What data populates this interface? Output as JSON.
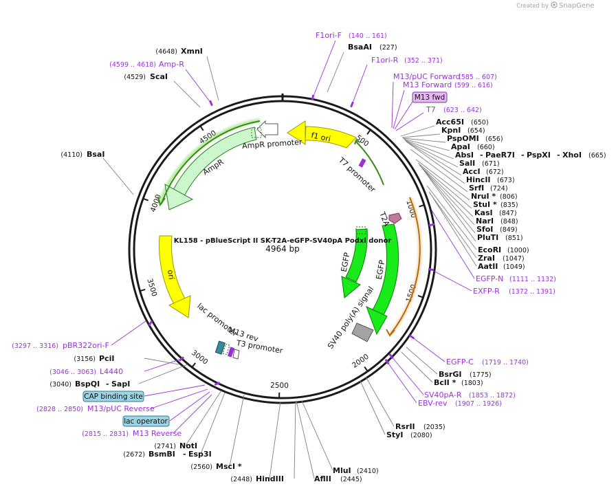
{
  "brand": {
    "prefix": "Created by",
    "name": "SnapGene"
  },
  "map": {
    "title": "KL158 - pBlueScript II SK-T2A-eGFP-SV40pA Podxl donor",
    "size_label": "4964 bp"
  },
  "ticks": [
    "500",
    "1000",
    "1500",
    "2000",
    "2500",
    "3000",
    "3500",
    "4000",
    "4500"
  ],
  "enzymes": {
    "bsaai": {
      "name": "BsaAI",
      "pos": "(227)"
    },
    "xmni": {
      "name": "XmnI",
      "pos": "(4648)"
    },
    "scai": {
      "name": "ScaI",
      "pos": "(4529)"
    },
    "bsai": {
      "name": "BsaI",
      "pos": "(4110)"
    },
    "acc65i": {
      "name": "Acc65I",
      "pos": "(650)"
    },
    "kpni": {
      "name": "KpnI",
      "pos": "(654)"
    },
    "pspomi": {
      "name": "PspOMI",
      "pos": "(656)"
    },
    "apai": {
      "name": "ApaI",
      "pos": "(660)"
    },
    "absi": {
      "name": "AbsI",
      "pos": "(665)"
    },
    "paer7i": {
      "name": "PaeR7I"
    },
    "pspxi": {
      "name": "PspXI"
    },
    "xhoi": {
      "name": "XhoI"
    },
    "sali": {
      "name": "SalI",
      "pos": "(671)"
    },
    "acci": {
      "name": "AccI",
      "pos": "(672)"
    },
    "hincii": {
      "name": "HincII",
      "pos": "(673)"
    },
    "srfi": {
      "name": "SrfI",
      "pos": "(724)"
    },
    "nrui": {
      "name": "NruI *",
      "pos": "(806)"
    },
    "stui": {
      "name": "StuI *",
      "pos": "(835)"
    },
    "kasi": {
      "name": "KasI",
      "pos": "(847)"
    },
    "nari": {
      "name": "NarI",
      "pos": "(848)"
    },
    "sfoi": {
      "name": "SfoI",
      "pos": "(849)"
    },
    "pluti": {
      "name": "PluTI",
      "pos": "(851)"
    },
    "ecori": {
      "name": "EcoRI",
      "pos": "(1000)"
    },
    "zrai": {
      "name": "ZraI",
      "pos": "(1047)"
    },
    "aatii": {
      "name": "AatII",
      "pos": "(1049)"
    },
    "bsrgi": {
      "name": "BsrGI",
      "pos": "(1775)"
    },
    "bcli": {
      "name": "BclI *",
      "pos": "(1803)"
    },
    "rsrii": {
      "name": "RsrII",
      "pos": "(2035)"
    },
    "styi": {
      "name": "StyI",
      "pos": "(2080)"
    },
    "mlui": {
      "name": "MluI",
      "pos": "(2410)"
    },
    "aflii": {
      "name": "AflII",
      "pos": "(2445)"
    },
    "hindiii": {
      "name": "HindIII",
      "pos": "(2448)"
    },
    "msci": {
      "name": "MscI *",
      "pos": "(2560)"
    },
    "bsmbi": {
      "name": "BsmBI",
      "pos": "(2672)"
    },
    "esp3i": {
      "name": "Esp3I"
    },
    "noti": {
      "name": "NotI",
      "pos": "(2741)"
    },
    "bspqi": {
      "name": "BspQI",
      "pos": "(3040)"
    },
    "sapi": {
      "name": "SapI"
    },
    "pcii": {
      "name": "PciI",
      "pos": "(3156)"
    }
  },
  "primers": {
    "f1ori_f": {
      "name": "F1ori-F",
      "range": "(140 .. 161)"
    },
    "f1ori_r": {
      "name": "F1ori-R",
      "range": "(352 .. 371)"
    },
    "m13puc_fwd": {
      "name": "M13/pUC Forward",
      "range": "(585 .. 607)"
    },
    "m13_forward": {
      "name": "M13 Forward",
      "range": "(599 .. 616)"
    },
    "t7": {
      "name": "T7",
      "range": "(623 .. 642)"
    },
    "amp_r": {
      "name": "Amp-R",
      "range": "(4599 .. 4618)"
    },
    "egfp_n": {
      "name": "EGFP-N",
      "range": "(1111 .. 1132)"
    },
    "exfp_r": {
      "name": "EXFP-R",
      "range": "(1372 .. 1391)"
    },
    "egfp_c": {
      "name": "EGFP-C",
      "range": "(1719 .. 1740)"
    },
    "sv40pa_r": {
      "name": "SV40pA-R",
      "range": "(1853 .. 1872)"
    },
    "ebv_rev": {
      "name": "EBV-rev",
      "range": "(1907 .. 1926)"
    },
    "pbr322ori_f": {
      "name": "pBR322ori-F",
      "range": "(3297 .. 3316)"
    },
    "l4440": {
      "name": "L4440",
      "range": "(3046 .. 3063)"
    },
    "m13puc_rev": {
      "name": "M13/pUC Reverse",
      "range": "(2828 .. 2850)"
    },
    "m13_reverse": {
      "name": "M13 Reverse",
      "range": "(2815 .. 2831)"
    }
  },
  "boxed": {
    "m13_fwd": "M13 fwd",
    "cap_site": "CAP binding site",
    "lac_operator": "lac operator"
  },
  "features": {
    "f1_ori": "f1 ori",
    "t7_promoter": "T7 promoter",
    "t2a": "T2A",
    "egfp_outer": "EGFP",
    "egfp_inner": "EGFP",
    "sv40_polya": "SV40 poly(A) signal",
    "ampr": "AmpR",
    "ampr_promoter": "AmpR promoter",
    "ori": "ori",
    "lac_promoter": "lac promoter",
    "m13_rev": "M13 rev",
    "t3_promoter": "T3 promoter"
  },
  "colors": {
    "backbone": "#1a1a1a",
    "primer": "#9b30d9",
    "egfp": "#19ea19",
    "ampr": "#ccf7cc",
    "ori": "#ffff00",
    "f1ori": "#ffff00",
    "sv40": "#a3a3a3",
    "t2a": "#c07a9a",
    "boxed_fill": "#9ad3e3",
    "m13_fill": "#e6b8f3"
  }
}
